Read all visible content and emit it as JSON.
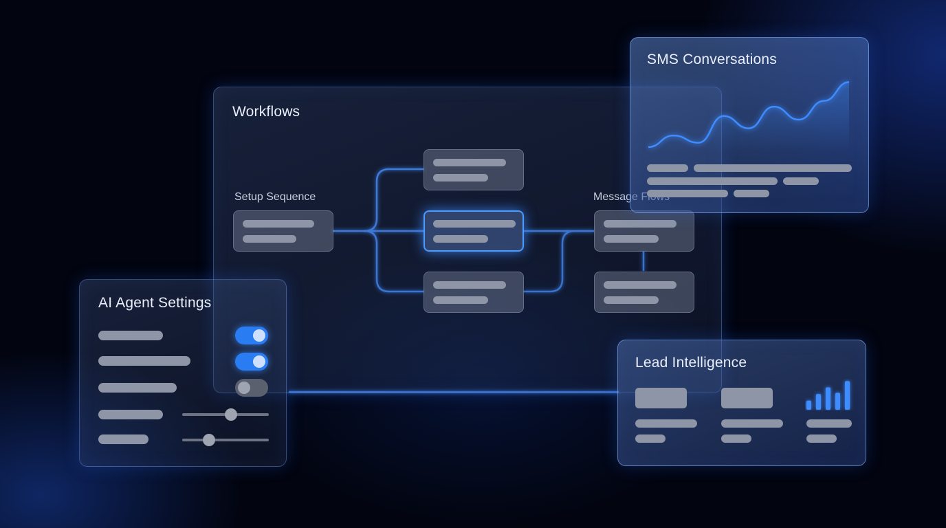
{
  "workflows": {
    "title": "Workflows",
    "setup_label": "Setup Sequence",
    "message_label": "Message Flows"
  },
  "sms": {
    "title": "SMS Conversations",
    "trend": [
      2,
      18,
      8,
      45,
      28,
      58,
      40,
      66,
      92
    ],
    "colors": {
      "line": "#3f8cff"
    }
  },
  "agent": {
    "title": "AI Agent Settings",
    "toggles": [
      true,
      true,
      false
    ],
    "sliders": [
      0.56,
      0.31
    ]
  },
  "lead": {
    "title": "Lead Intelligence",
    "bar_levels": [
      0.3,
      0.52,
      0.74,
      0.56,
      0.95
    ]
  }
}
